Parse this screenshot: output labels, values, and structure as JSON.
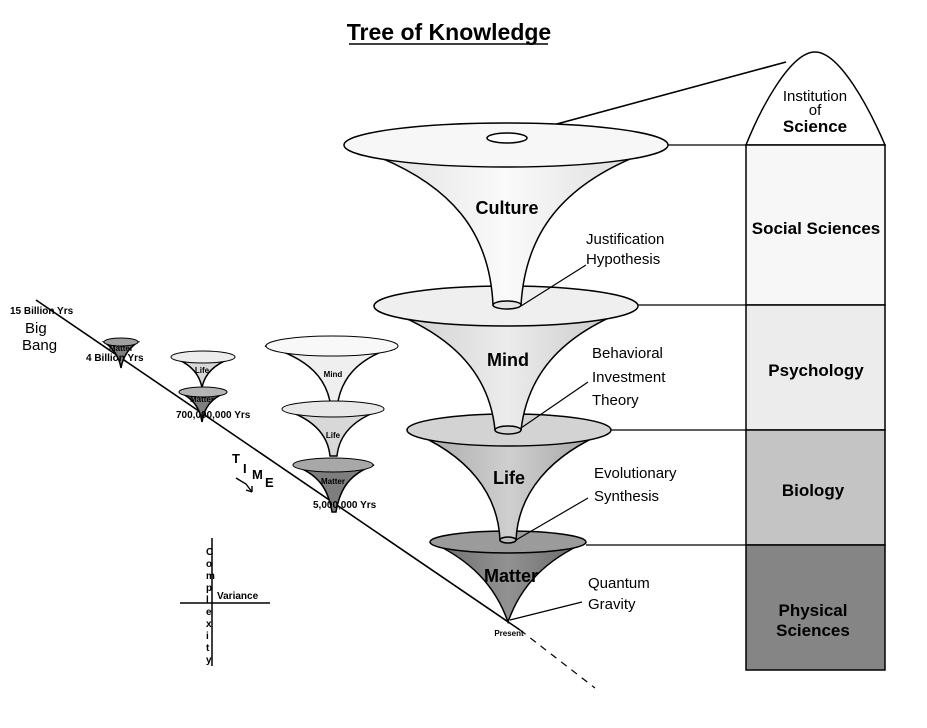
{
  "title": "Tree of Knowledge",
  "cones": {
    "culture": "Culture",
    "mind": "Mind",
    "life": "Life",
    "matter": "Matter"
  },
  "theories": {
    "justification": [
      "Justification",
      "Hypothesis"
    ],
    "bit": [
      "Behavioral",
      "Investment",
      "Theory"
    ],
    "evolutionary": [
      "Evolutionary",
      "Synthesis"
    ],
    "quantum": [
      "Quantum",
      "Gravity"
    ]
  },
  "column": {
    "institution": [
      "Institution",
      "of",
      "Science"
    ],
    "social": "Social Sciences",
    "psychology": "Psychology",
    "biology": "Biology",
    "physical": [
      "Physical",
      "Sciences"
    ]
  },
  "timeline": {
    "bb_years": "15 Billion Yrs",
    "big_bang": [
      "Big",
      "Bang"
    ],
    "four_billion": "4 Billion Yrs",
    "seven_hundred_million": "700,000,000 Yrs",
    "five_million": "5,000,000 Yrs",
    "present": "Present",
    "time_letters": [
      "T",
      "I",
      "M",
      "E"
    ]
  },
  "small_cones": {
    "stage1_matter": "Matter",
    "stage2_life": "Life",
    "stage2_matter": "Matter",
    "stage3_mind": "Mind",
    "stage3_life": "Life",
    "stage3_matter": "Matter"
  },
  "axes": {
    "variance": "Variance",
    "complexity": [
      "C",
      "o",
      "m",
      "p",
      "l",
      "e",
      "x",
      "i",
      "t",
      "y"
    ]
  },
  "colors": {
    "culture": "#f4f4f4",
    "mind": "#e2e2e2",
    "life": "#bdbdbd",
    "matter": "#7e7e7e",
    "social": "#f8f8f8",
    "psychology": "#ececec",
    "biology": "#c4c4c4",
    "physical": "#858585"
  }
}
